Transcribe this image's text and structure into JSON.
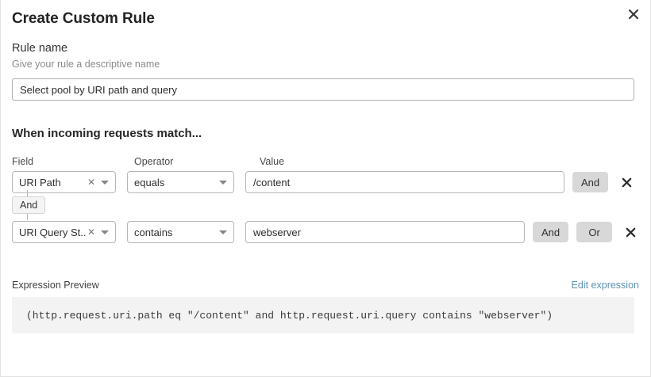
{
  "dialog": {
    "title": "Create Custom Rule",
    "close_icon": "close-icon"
  },
  "rule_name": {
    "label": "Rule name",
    "help": "Give your rule a descriptive name",
    "value": "Select pool by URI path and query",
    "placeholder": "Enter rule name"
  },
  "match_section": {
    "title": "When incoming requests match...",
    "columns": {
      "field": "Field",
      "operator": "Operator",
      "value": "Value"
    },
    "connector_chip": "And",
    "rows": [
      {
        "field": "URI Path",
        "operator": "equals",
        "value": "/content",
        "value_placeholder": "Enter value",
        "buttons": [
          "And"
        ],
        "clear_icon": "clear-icon",
        "caret_icon": "chevron-down-icon",
        "remove_icon": "remove-icon"
      },
      {
        "field": "URI Query St...",
        "operator": "contains",
        "value": "webserver",
        "value_placeholder": "Enter value",
        "buttons": [
          "And",
          "Or"
        ],
        "clear_icon": "clear-icon",
        "caret_icon": "chevron-down-icon",
        "remove_icon": "remove-icon"
      }
    ]
  },
  "expression_preview": {
    "title": "Expression Preview",
    "edit_link": "Edit expression",
    "code": "(http.request.uri.path eq \"/content\" and http.request.uri.query contains \"webserver\")"
  },
  "colors": {
    "link": "#5f93b5",
    "chip_bg": "#d8d8d8",
    "code_bg": "#f3f3f3",
    "border": "#b6b6b6"
  }
}
